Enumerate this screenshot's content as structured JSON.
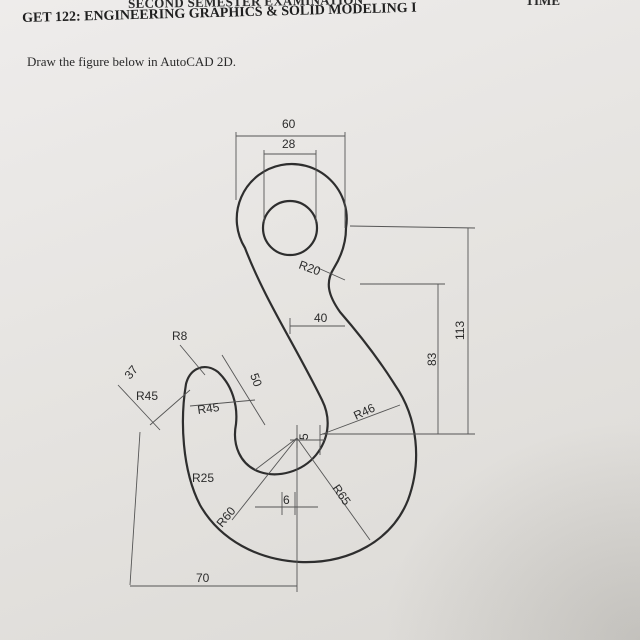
{
  "header": {
    "exam_title": "SECOND SEMESTER EXAMINATION",
    "time_label": "TIME",
    "course": "GET 122: ENGINEERING GRAPHICS & SOLID MODELING I",
    "instruction": "Draw the figure below in AutoCAD 2D."
  },
  "dimensions": {
    "top_width": "60",
    "hole_dia": "28",
    "r20": "R20",
    "d40": "40",
    "d83": "83",
    "d113": "113",
    "r8": "R8",
    "d37": "37",
    "r45_left": "R45",
    "r45_inner": "R45",
    "d50": "50",
    "r46": "R46",
    "d5": "5",
    "r25": "R25",
    "r60": "R60",
    "d6": "6",
    "r65": "R65",
    "d70": "70"
  }
}
